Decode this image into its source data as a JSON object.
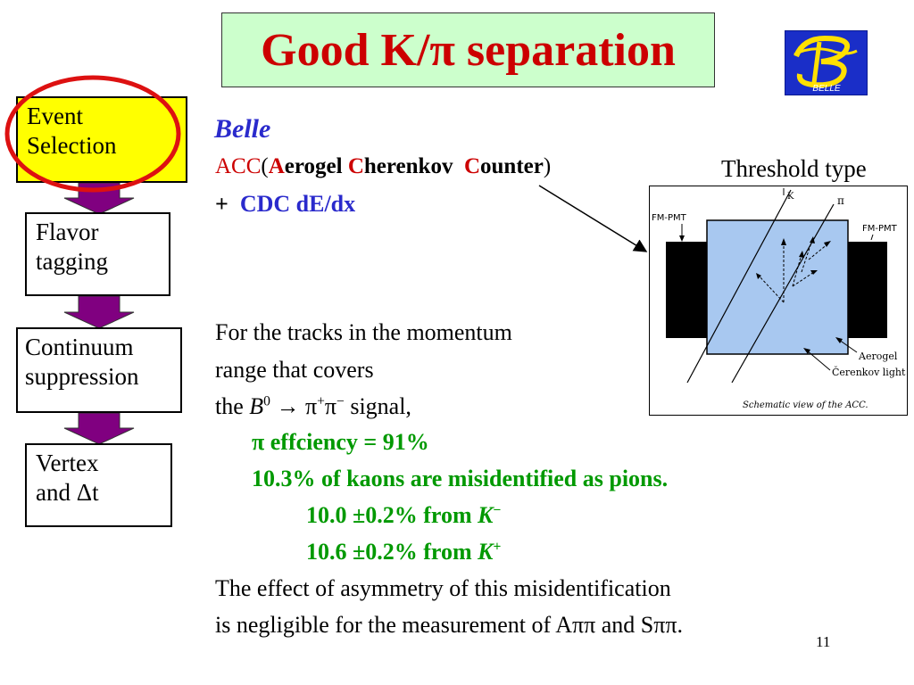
{
  "slide": {
    "title": "Good K/π separation",
    "logo_text": "BELLE",
    "page_number": "11"
  },
  "flow": {
    "event_selection": "Event\nSelection",
    "flavor_tagging": "Flavor\ntagging",
    "continuum_suppression": "Continuum\nsuppression",
    "vertex": "Vertex\nand Δt"
  },
  "detector": {
    "heading": "Belle",
    "acc_abbrev": "ACC",
    "acc_open": "(",
    "acc_a": "A",
    "acc_erogel": "erogel ",
    "acc_c1": "C",
    "acc_herenkov": "herenkov",
    "acc_c2": "C",
    "acc_ounter": "ounter",
    "acc_close": ")",
    "plus": "+",
    "cdc": "CDC dE/dx",
    "threshold_label": "Threshold type"
  },
  "figure": {
    "label_k": "K",
    "label_pi": "π",
    "fm_pmt_left": "FM-PMT",
    "fm_pmt_right": "FM-PMT",
    "aerogel": "Aerogel",
    "cerenkov_light": "Čerenkov light",
    "caption": "Schematic view of the ACC."
  },
  "body": {
    "line1": "For the tracks in the momentum",
    "line2": "range that covers",
    "line3_pre": "the ",
    "line3_b": "B",
    "line3_b_sup": "0",
    "line3_arrow": " → π",
    "line3_plus": "+",
    "line3_pi": "π",
    "line3_minus": "−",
    "line3_post": " signal,",
    "pi_eff": "π effciency = 91%",
    "misid": "10.3% of kaons are misidentified as pions.",
    "from_kminus_pre": "10.0 ±0.2% from ",
    "from_kminus_k": "K",
    "from_kminus_sign": "−",
    "from_kplus_pre": "10.6 ±0.2% from ",
    "from_kplus_k": "K",
    "from_kplus_sign": "+",
    "effect1": "The effect of asymmetry of this misidentification",
    "effect2": "is  negligible for the measurement of Aππ and Sππ."
  },
  "colors": {
    "title_bg": "#ccffcc",
    "title_text": "#cc0000",
    "highlight_box": "#ffff00",
    "circle": "#dd1111",
    "arrow": "#800080",
    "aerogel_fill": "#a8c8f0"
  }
}
